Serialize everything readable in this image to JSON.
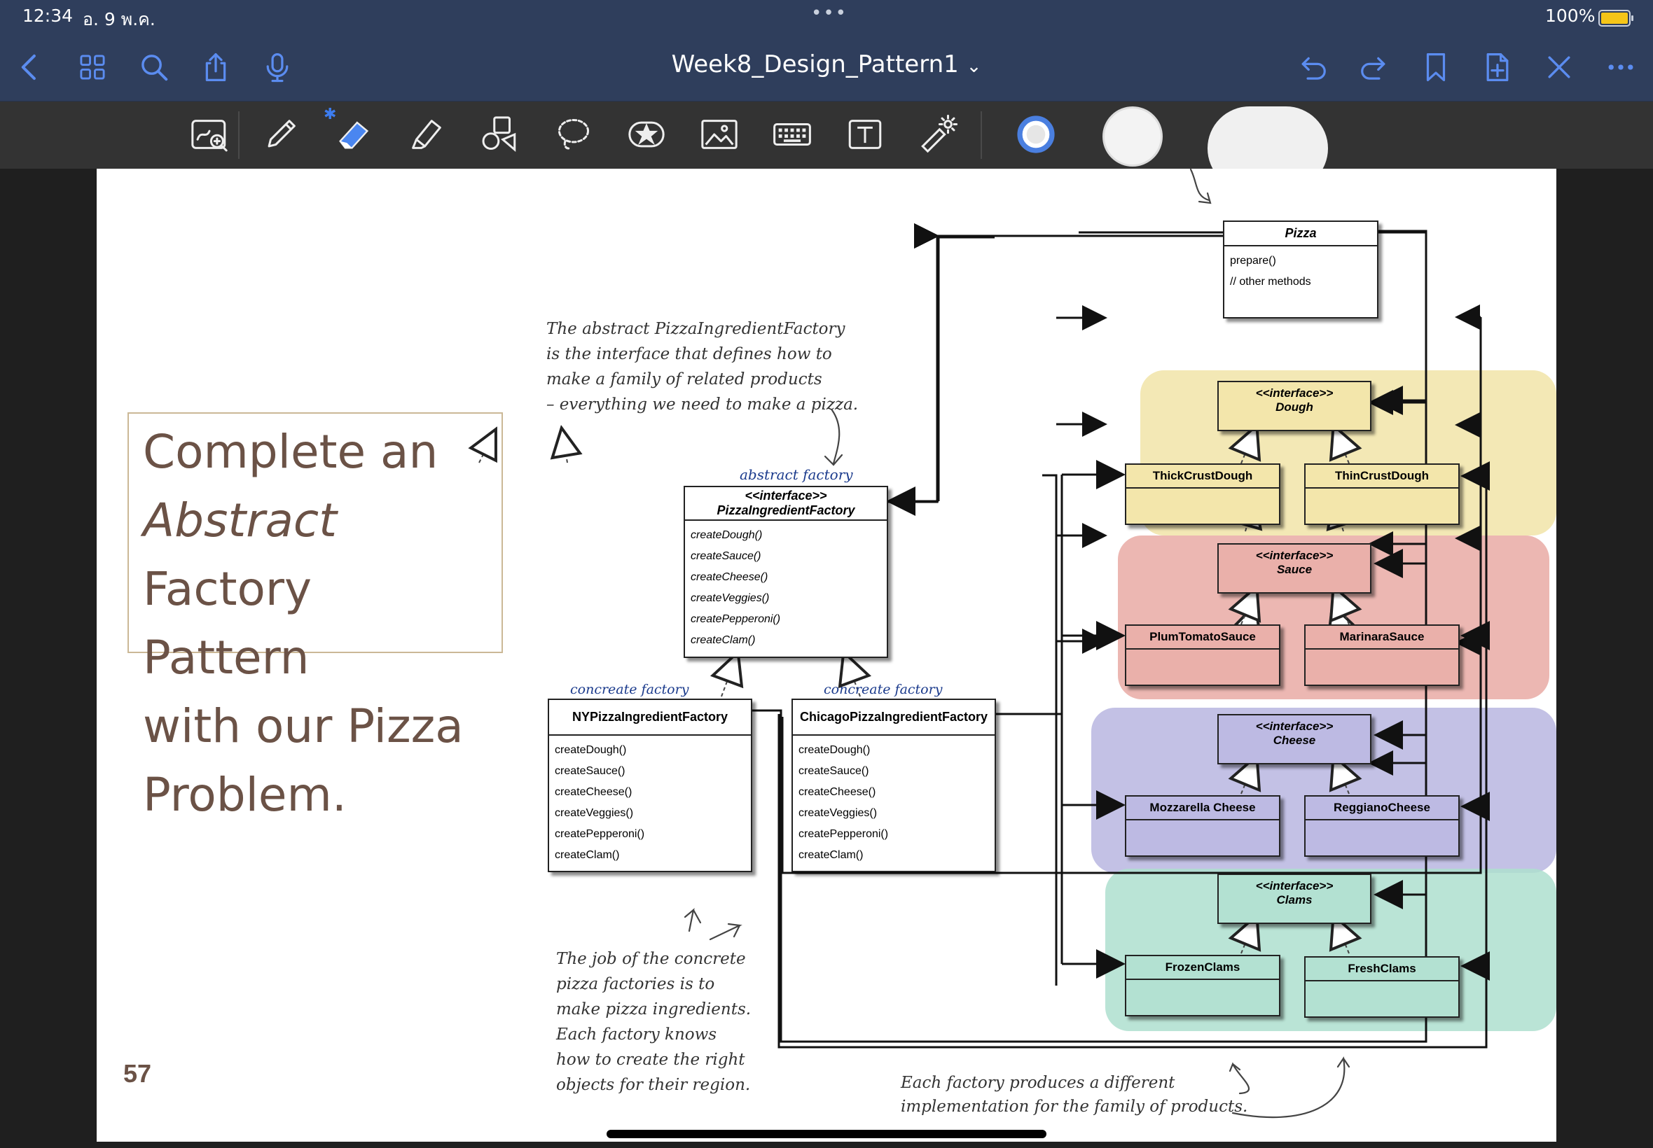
{
  "status_bar": {
    "time": "12:34",
    "date": "อ. 9 พ.ค.",
    "dots": "•••",
    "battery": "100%"
  },
  "nav_bar": {
    "title": "Week8_Design_Pattern1",
    "icons_left": [
      "back-chevron-icon",
      "grid-icon",
      "search-icon",
      "share-icon",
      "microphone-icon"
    ],
    "icons_right": [
      "undo-icon",
      "redo-icon",
      "bookmark-icon",
      "add-page-icon",
      "close-x-icon",
      "more-icon"
    ],
    "title_chevron": "⌄"
  },
  "toolbar": {
    "tools": [
      "zoom-window-icon",
      "pen-icon",
      "eraser-icon",
      "highlighter-icon",
      "shapes-icon",
      "lasso-icon",
      "sticker-icon",
      "image-icon",
      "keyboard-icon",
      "text-box-icon",
      "laser-pointer-icon"
    ],
    "colors": [
      "#4a7fe0",
      "#ffffff",
      "#ffffff"
    ],
    "bluetooth_glyph": "✱"
  },
  "slide": {
    "title_lines": [
      "Complete an",
      "Abstract",
      "Factory Pattern",
      "with our Pizza",
      "Problem."
    ],
    "page_number": "57"
  },
  "diagram": {
    "pizza": {
      "name": "Pizza",
      "methods": [
        "prepare()",
        "// other methods"
      ]
    },
    "abstract_factory": {
      "stereotype": "<<interface>>",
      "name": "PizzaIngredientFactory",
      "methods": [
        "createDough()",
        "createSauce()",
        "createCheese()",
        "createVeggies()",
        "createPepperoni()",
        "createClam()"
      ]
    },
    "ny_factory": {
      "name": "NYPizzaIngredientFactory",
      "methods": [
        "createDough()",
        "createSauce()",
        "createCheese()",
        "createVeggies()",
        "createPepperoni()",
        "createClam()"
      ]
    },
    "chicago_factory": {
      "name": "ChicagoPizzaIngredientFactory",
      "methods": [
        "createDough()",
        "createSauce()",
        "createCheese()",
        "createVeggies()",
        "createPepperoni()",
        "createClam()"
      ]
    },
    "families": [
      {
        "stereotype": "<<interface>>",
        "interface": "Dough",
        "left": "ThickCrustDough",
        "right": "ThinCrustDough",
        "color": "#f1e4a8"
      },
      {
        "stereotype": "<<interface>>",
        "interface": "Sauce",
        "left": "PlumTomatoSauce",
        "right": "MarinaraSauce",
        "color": "#e9aaa4"
      },
      {
        "stereotype": "<<interface>>",
        "interface": "Cheese",
        "left": "Mozzarella Cheese",
        "right": "ReggianoCheese",
        "color": "#b9b6e0"
      },
      {
        "stereotype": "<<interface>>",
        "interface": "Clams",
        "left": "FrozenClams",
        "right": "FreshClams",
        "color": "#aedfcf"
      }
    ],
    "labels": {
      "abstract_factory": "abstract factory",
      "concrete_factory_1": "concreate factory",
      "concrete_factory_2": "concreate factory"
    },
    "notes": {
      "abstract_note": [
        "The abstract PizzaIngredientFactory",
        "is the interface that defines how to",
        "make a family of related products",
        "– everything we need to make a pizza."
      ],
      "concrete_note": [
        "The job of the concrete",
        "pizza factories is to",
        "make pizza ingredients.",
        "Each factory knows",
        "how to create the right",
        "objects for their region."
      ],
      "family_note": [
        "Each factory produces a different",
        "implementation for the family of products."
      ]
    }
  }
}
